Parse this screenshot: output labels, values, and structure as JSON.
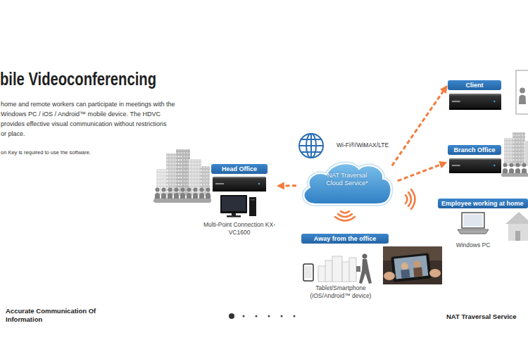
{
  "diagram": {
    "title": "bile Videoconferencing",
    "nodes": [
      {
        "text": [
          "Head Office",
          "Multi-Point Connection KX-VC1600"
        ]
      },
      {
        "text": [
          "NAT Traversal Cloud Service*"
        ]
      },
      {
        "text": [
          "Client"
        ]
      },
      {
        "text": [
          "Branch Office"
        ]
      },
      {
        "text": [
          "Employee working at home",
          "Windows PC"
        ]
      },
      {
        "text": [
          "Away from the office",
          "Tablet/Smartphone (iOS/Android™ device)"
        ]
      }
    ],
    "edges": [
      {
        "from": 1,
        "to": 0,
        "arrow": "to"
      },
      {
        "from": 1,
        "to": 2,
        "arrow": "to"
      },
      {
        "from": 1,
        "to": 3,
        "arrow": "to"
      }
    ],
    "labels": [
      "home and remote workers can participate in meetings with the",
      "Windows PC / iOS / Android™ mobile device. The HDVC",
      "provides effective visual communication without restrictions",
      "or place.",
      "on Key is required to use the software.",
      "Wi-Fi®/WiMAX/LTE",
      "Accurate Communication Of Information",
      "NAT Traversal Service"
    ]
  }
}
